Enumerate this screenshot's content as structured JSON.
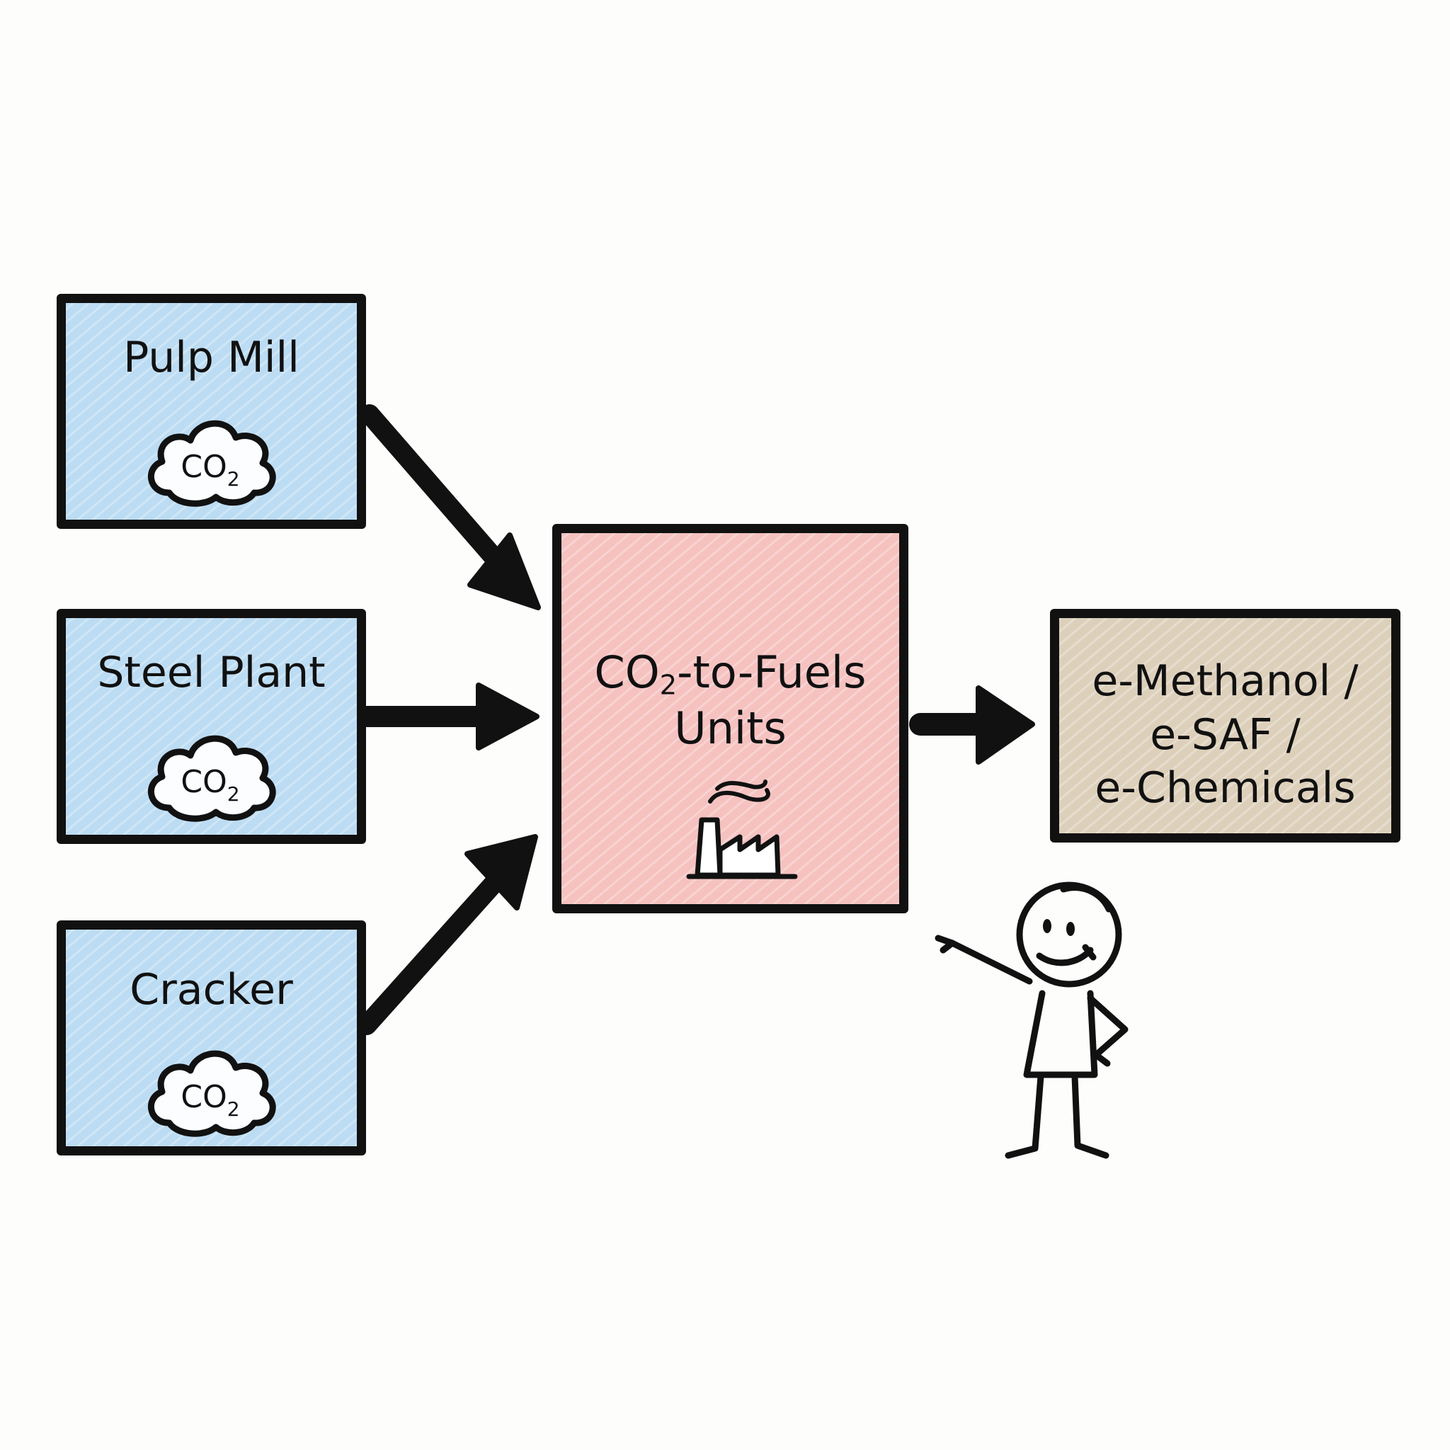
{
  "diagram": {
    "sources": [
      {
        "label": "Pulp Mill",
        "emission": "CO",
        "emission_sub": "2"
      },
      {
        "label": "Steel Plant",
        "emission": "CO",
        "emission_sub": "2"
      },
      {
        "label": "Cracker",
        "emission": "CO",
        "emission_sub": "2"
      }
    ],
    "process": {
      "line1_prefix": "CO",
      "line1_sub": "2",
      "line1_suffix": "-to-Fuels",
      "line2": "Units",
      "icon": "factory-icon"
    },
    "output": {
      "lines": [
        "e-Methanol /",
        "e-SAF /",
        "e-Chemicals"
      ]
    },
    "colors": {
      "source_fill": "#bcdcf3",
      "process_fill": "#f5c2c0",
      "output_fill": "#ddd0bb",
      "ink": "#111111"
    },
    "figure": "stick-figure-pointing"
  }
}
